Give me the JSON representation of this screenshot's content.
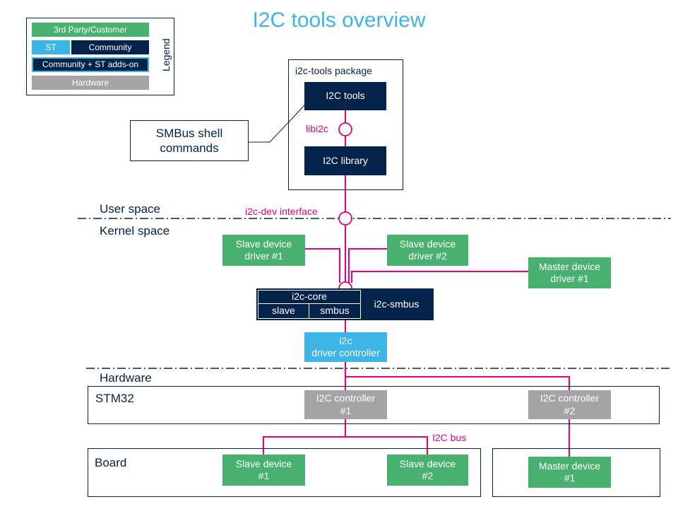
{
  "title": "I2C tools overview",
  "legend": {
    "title": "Legend",
    "items": [
      "3rd Party/Customer",
      "ST",
      "Community",
      "Community + ST adds-on",
      "Hardware"
    ]
  },
  "package": {
    "title": "i2c-tools package",
    "tools": "I2C tools",
    "libi2c": "libi2c",
    "library": "I2C library"
  },
  "callout": {
    "line1": "SMBus shell",
    "line2": "commands"
  },
  "layers": {
    "user_space": "User space",
    "i2c_dev": "i2c-dev interface",
    "kernel_space": "Kernel space",
    "hardware": "Hardware"
  },
  "drivers": {
    "slave1": [
      "Slave device",
      "driver #1"
    ],
    "slave2": [
      "Slave device",
      "driver #2"
    ],
    "master1": [
      "Master device",
      "driver #1"
    ]
  },
  "core": {
    "core": "i2c-core",
    "slave": "slave",
    "smbus": "smbus",
    "i2c_smbus": "i2c-smbus"
  },
  "controller_driver": [
    "i2c",
    "driver controller"
  ],
  "stm32": {
    "label": "STM32",
    "ctrl1": [
      "I2C controller",
      "#1"
    ],
    "ctrl2": [
      "I2C controller",
      "#2"
    ]
  },
  "bus_label": "I2C bus",
  "board": {
    "label": "Board",
    "slave1": [
      "Slave device",
      "#1"
    ],
    "slave2": [
      "Slave device",
      "#2"
    ],
    "master1": [
      "Master device",
      "#1"
    ]
  },
  "colors": {
    "green": "#49b170",
    "navy": "#03234b",
    "blue": "#3cb4e6",
    "gray": "#a5a3a6",
    "pink": "#e6007e"
  }
}
